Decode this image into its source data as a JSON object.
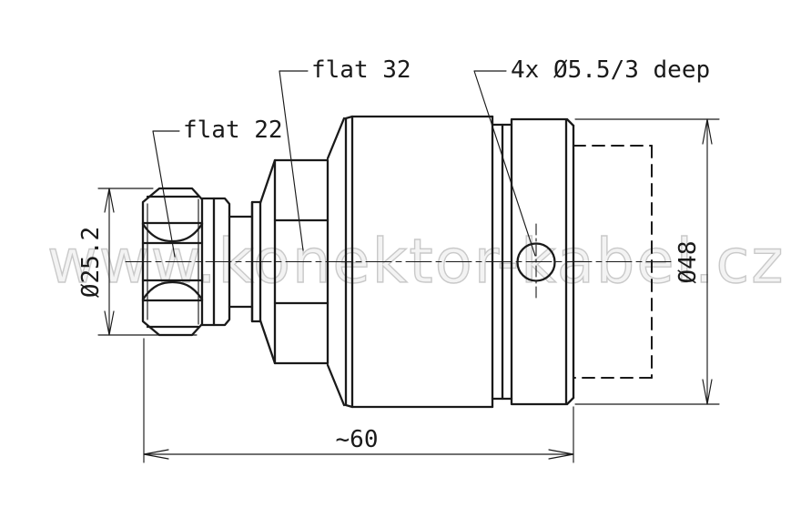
{
  "meta": {
    "type": "engineering technical drawing",
    "subject": "RF coaxial connector side view with dimensions"
  },
  "watermark": {
    "text": "www.konektor-kabel.cz"
  },
  "labels": {
    "flat22": "flat 22",
    "flat32": "flat 32",
    "holes": "4x Ø5.5/3 deep"
  },
  "dimensions": {
    "nut_diameter": "Ø25.2",
    "flange_diameter": "Ø48",
    "overall_length": "~60"
  },
  "colors": {
    "line": "#1a1a1a",
    "watermark": "#c9c9c9",
    "background": "#ffffff"
  }
}
